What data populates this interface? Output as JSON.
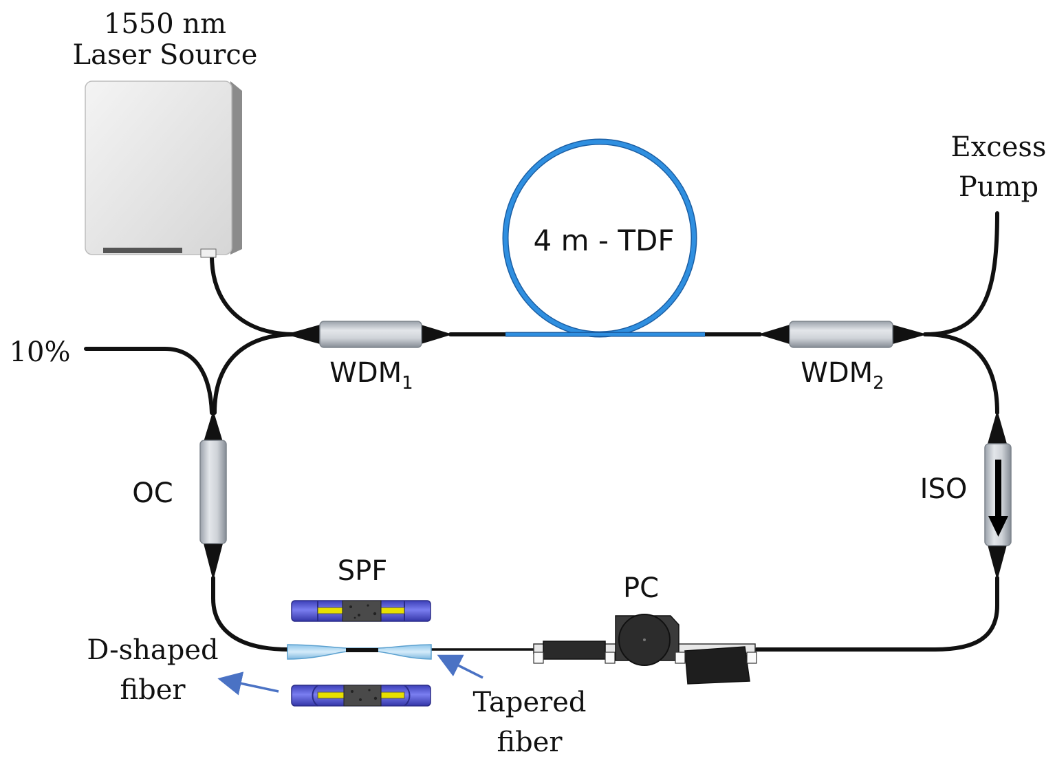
{
  "labels": {
    "laser_line1": "1550 nm",
    "laser_line2": "Laser Source",
    "excess_line1": "Excess",
    "excess_line2": "Pump",
    "tdf": "4 m - TDF",
    "output_pct": "10%",
    "wdm1_base": "WDM",
    "wdm1_sub": "1",
    "wdm2_base": "WDM",
    "wdm2_sub": "2",
    "oc": "OC",
    "iso": "ISO",
    "spf": "SPF",
    "pc": "PC",
    "dshaped_line1": "D-shaped",
    "dshaped_line2": "fiber",
    "tapered_line1": "Tapered",
    "tapered_line2": "fiber"
  },
  "colors": {
    "fiber": "#111111",
    "tdf_coil": "#2f8fe0",
    "component_body": "#c6cbd2",
    "spf_holder": "#5b5fd9",
    "spf_core": "#e8e000",
    "annotation_arrow": "#4a72c4",
    "laser_box": "#e8e8e8"
  }
}
